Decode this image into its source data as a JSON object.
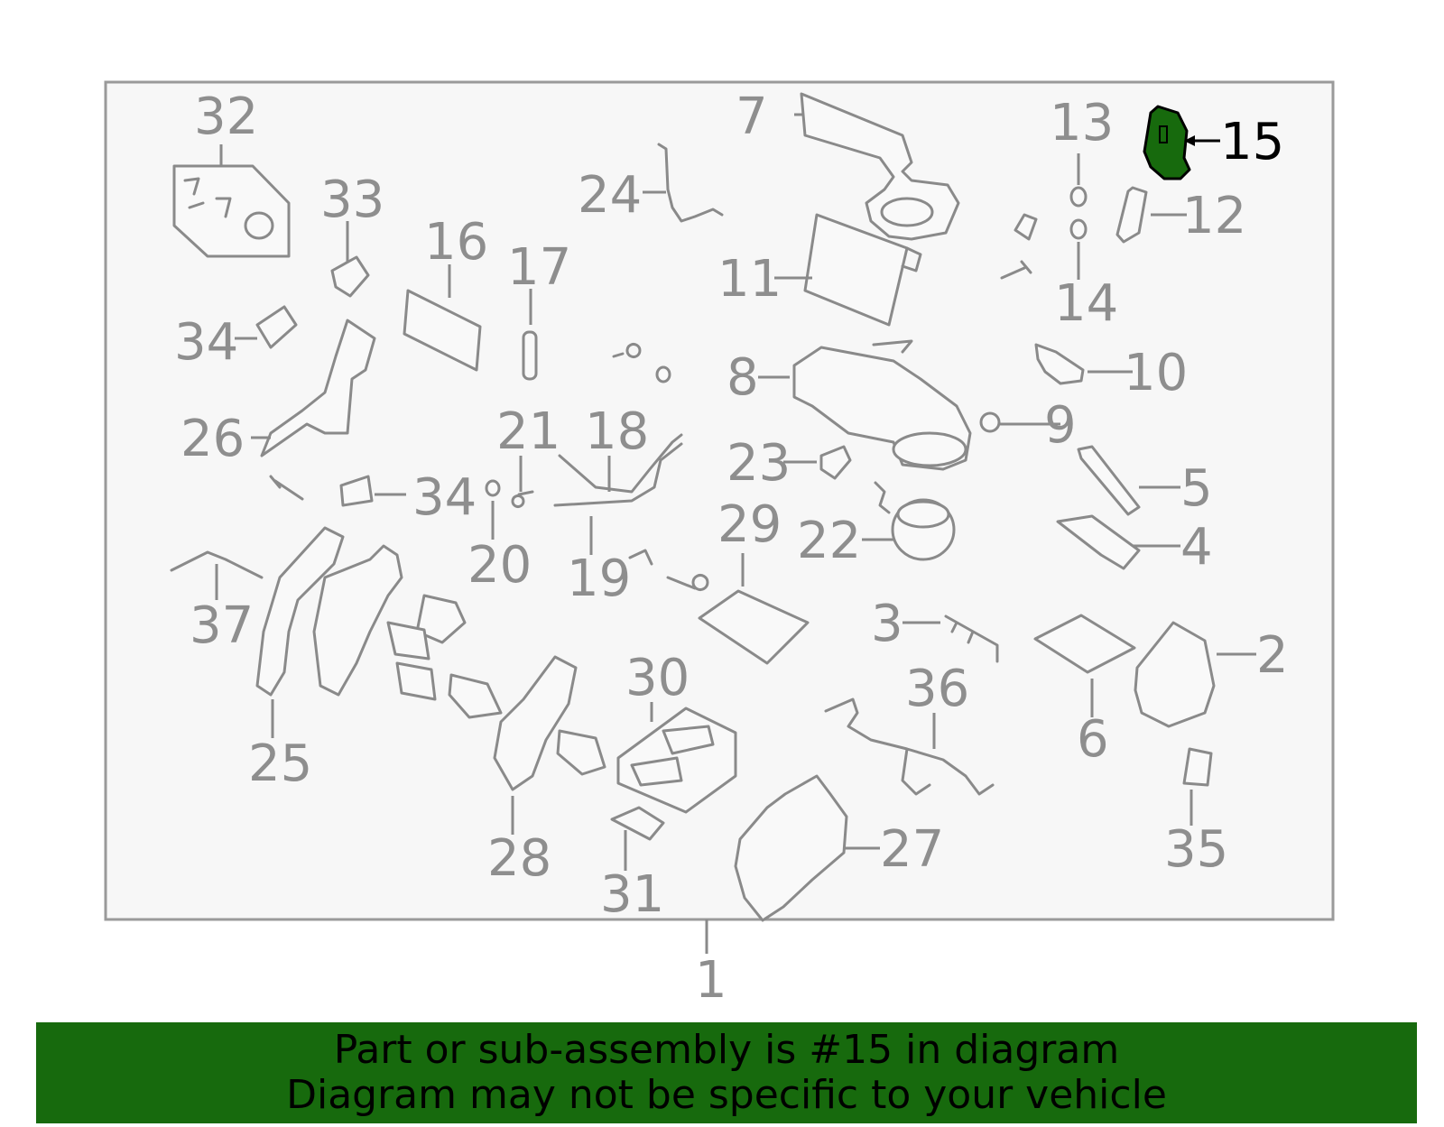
{
  "diagram": {
    "highlight_part": "15",
    "highlight_color": "#176a0d",
    "frame_color": "#9a9a9a",
    "labels": [
      {
        "id": "1",
        "text": "1"
      },
      {
        "id": "2",
        "text": "2"
      },
      {
        "id": "3",
        "text": "3"
      },
      {
        "id": "4",
        "text": "4"
      },
      {
        "id": "5",
        "text": "5"
      },
      {
        "id": "6",
        "text": "6"
      },
      {
        "id": "7",
        "text": "7"
      },
      {
        "id": "8",
        "text": "8"
      },
      {
        "id": "9",
        "text": "9"
      },
      {
        "id": "10",
        "text": "10"
      },
      {
        "id": "11",
        "text": "11"
      },
      {
        "id": "12",
        "text": "12"
      },
      {
        "id": "13",
        "text": "13"
      },
      {
        "id": "14",
        "text": "14"
      },
      {
        "id": "15",
        "text": "15"
      },
      {
        "id": "16",
        "text": "16"
      },
      {
        "id": "17",
        "text": "17"
      },
      {
        "id": "18",
        "text": "18"
      },
      {
        "id": "19",
        "text": "19"
      },
      {
        "id": "20",
        "text": "20"
      },
      {
        "id": "21",
        "text": "21"
      },
      {
        "id": "22",
        "text": "22"
      },
      {
        "id": "23",
        "text": "23"
      },
      {
        "id": "24",
        "text": "24"
      },
      {
        "id": "25",
        "text": "25"
      },
      {
        "id": "26",
        "text": "26"
      },
      {
        "id": "27",
        "text": "27"
      },
      {
        "id": "28",
        "text": "28"
      },
      {
        "id": "29",
        "text": "29"
      },
      {
        "id": "30",
        "text": "30"
      },
      {
        "id": "31",
        "text": "31"
      },
      {
        "id": "32",
        "text": "32"
      },
      {
        "id": "33",
        "text": "33"
      },
      {
        "id": "34a",
        "text": "34"
      },
      {
        "id": "34b",
        "text": "34"
      },
      {
        "id": "35",
        "text": "35"
      },
      {
        "id": "36",
        "text": "36"
      },
      {
        "id": "37",
        "text": "37"
      }
    ]
  },
  "banner": {
    "line1": "Part or sub-assembly is #15 in diagram",
    "line2": "Diagram may not be specific to your vehicle",
    "background": "#176a0d"
  }
}
